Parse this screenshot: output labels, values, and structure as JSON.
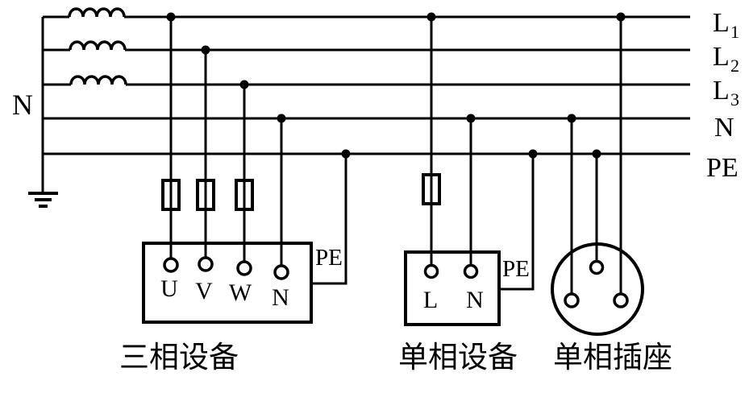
{
  "colors": {
    "background": "#ffffff",
    "line": "#000000"
  },
  "source": {
    "neutral_point_label": "N"
  },
  "buses": [
    {
      "id": "L1",
      "label_main": "L",
      "label_sub": "1"
    },
    {
      "id": "L2",
      "label_main": "L",
      "label_sub": "2"
    },
    {
      "id": "L3",
      "label_main": "L",
      "label_sub": "3"
    },
    {
      "id": "N",
      "label_main": "N",
      "label_sub": ""
    },
    {
      "id": "PE",
      "label_main": "PE",
      "label_sub": ""
    }
  ],
  "three_phase_device": {
    "caption": "三相设备",
    "terminals": [
      "U",
      "V",
      "W",
      "N"
    ],
    "pe_label": "PE"
  },
  "single_phase_device": {
    "caption": "单相设备",
    "terminals": [
      "L",
      "N"
    ],
    "pe_label": "PE"
  },
  "single_phase_socket": {
    "caption": "单相插座"
  }
}
